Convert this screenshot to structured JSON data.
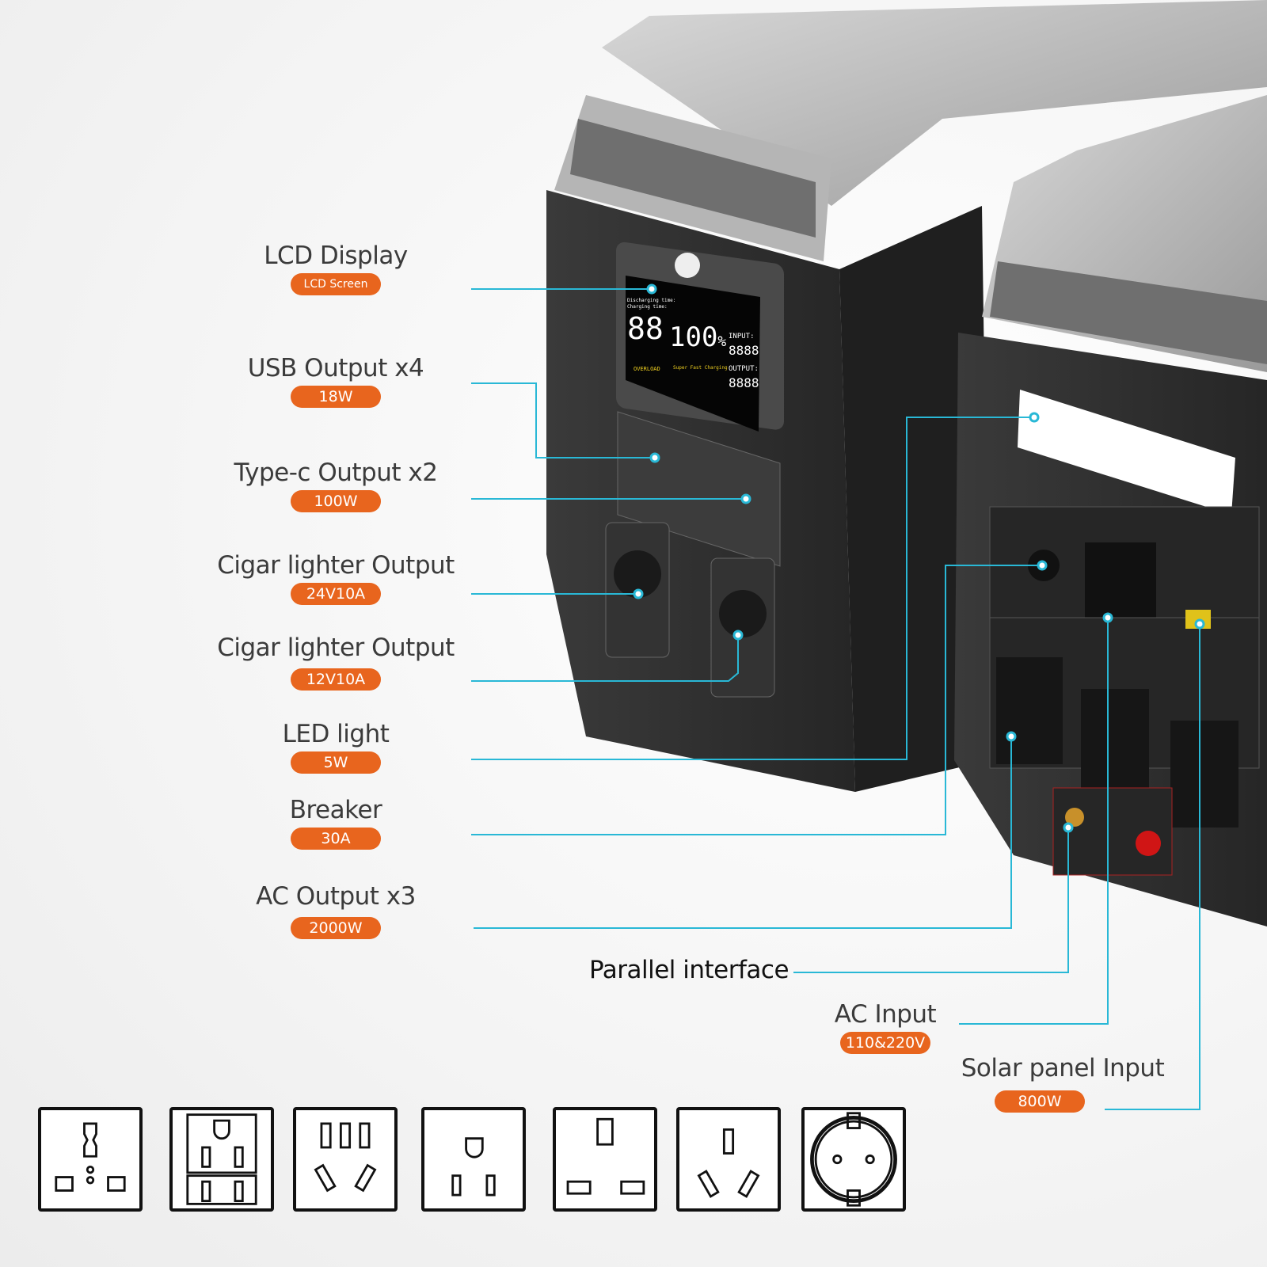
{
  "callouts": [
    {
      "title": "LCD Display",
      "badge": "LCD Screen"
    },
    {
      "title": "USB Output x4",
      "badge": "18W"
    },
    {
      "title": "Type-c Output x2",
      "badge": "100W"
    },
    {
      "title": "Cigar lighter Output",
      "badge": "24V10A"
    },
    {
      "title": "Cigar lighter Output",
      "badge": "12V10A"
    },
    {
      "title": "LED light",
      "badge": "5W"
    },
    {
      "title": "Breaker",
      "badge": "30A"
    },
    {
      "title": "AC Output x3",
      "badge": "2000W"
    }
  ],
  "right_callouts": {
    "parallel": {
      "title": "Parallel interface"
    },
    "ac_input": {
      "title": "AC Input",
      "badge": "110&220V"
    },
    "solar": {
      "title": "Solar panel Input",
      "badge": "800W"
    }
  },
  "lcd": {
    "percent": "100",
    "percent_sign": "%",
    "time_digits": "88",
    "input_label": "INPUT:",
    "output_label": "OUTPUT:",
    "watt_digits": "8888",
    "overload": "OVERLOAD",
    "fast_charge": "Super Fast Charging",
    "discharge": "Discharging time:",
    "charge": "Charging time:"
  },
  "colors": {
    "accent": "#e8651e",
    "line": "#29b8d6"
  },
  "sockets": [
    "universal-socket",
    "us-double-socket",
    "au-triple-socket",
    "us-socket",
    "uk-socket",
    "au-socket",
    "eu-schuko-socket"
  ]
}
